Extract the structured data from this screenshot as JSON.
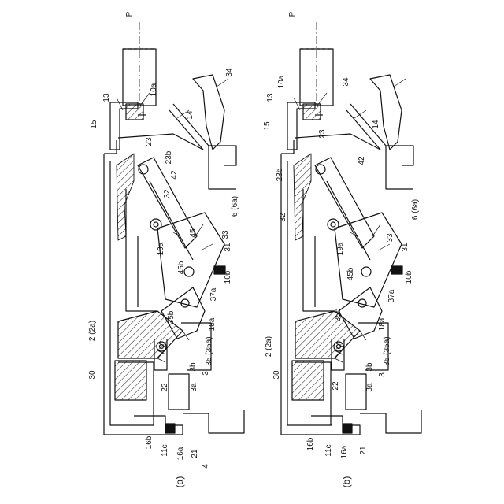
{
  "panels": [
    {
      "caption": "(a)",
      "labels": {
        "p": "P",
        "l13": "13",
        "l10a": "10a",
        "l34": "34",
        "l15": "15",
        "l14": "14",
        "l23": "23",
        "l23b": "23b",
        "l42": "42",
        "l32": "32",
        "l6": "6 (6a)",
        "l45": "45",
        "l19a": "19a",
        "l33": "33",
        "l31": "31",
        "l45b": "45b",
        "l10b": "10b",
        "l37a": "37a",
        "l2": "2 (2a)",
        "l35b": "35b",
        "l18a": "18a",
        "l35": "35 (35a)",
        "l3": "3",
        "l3b": "3b",
        "l30": "30",
        "l22": "22",
        "l3a": "3a",
        "l16b": "16b",
        "l11c": "11c",
        "l16a": "16a",
        "l21": "21",
        "l4": "4"
      }
    },
    {
      "caption": "(b)",
      "labels": {
        "p": "P",
        "l10a": "10a",
        "l34": "34",
        "l13": "13",
        "l15": "15",
        "l14": "14",
        "l23": "23",
        "l23b": "23b",
        "l42": "42",
        "l32": "32",
        "l6": "6 (6a)",
        "l19a": "19a",
        "l33": "33",
        "l31": "31",
        "l45b": "45b",
        "l35b": "35b",
        "l10b": "10b",
        "l37a": "37a",
        "l18a": "18a",
        "l2": "2 (2a)",
        "l35": "35 (35a)",
        "l3": "3",
        "l3b": "3b",
        "l30": "30",
        "l22": "22",
        "l3a": "3a",
        "l16b": "16b",
        "l11c": "11c",
        "l16a": "16a",
        "l21": "21"
      }
    }
  ]
}
